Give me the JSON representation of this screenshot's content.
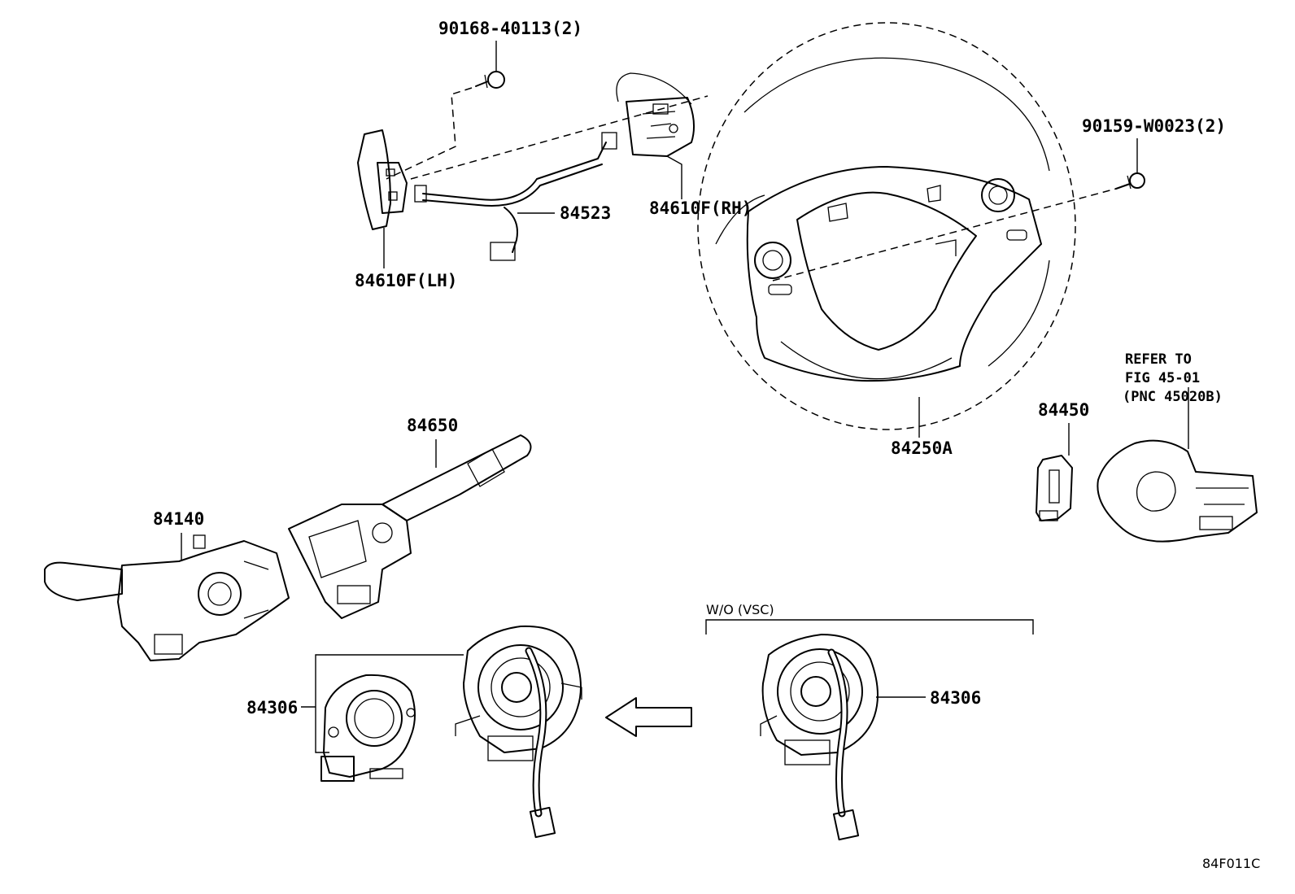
{
  "labels": {
    "bolt_top": "90168-40113(2)",
    "bolt_right": "90159-W0023(2)",
    "wire_harness": "84523",
    "paddle_rh": "84610F(RH)",
    "paddle_lh": "84610F(LH)",
    "steering_wheel": "84250A",
    "refer_line1": "REFER TO",
    "refer_line2": "FIG 45-01",
    "refer_line3": "(PNC 45020B)",
    "switch_84450": "84450",
    "wiper_switch": "84650",
    "turn_switch": "84140",
    "wo_vsc": "W/O (VSC)",
    "spiral_cable_left": "84306",
    "spiral_cable_right": "84306",
    "figure_code": "84F011C"
  }
}
